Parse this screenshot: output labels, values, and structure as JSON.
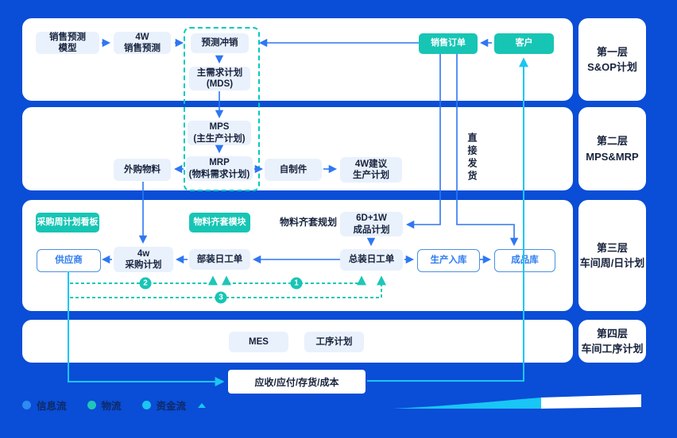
{
  "colors": {
    "background": "#0a4dd6",
    "panel_white": "#ffffff",
    "node_fill": "#e9f1fc",
    "node_text": "#17233d",
    "teal_accent": "#17c5b4",
    "blue_flow": "#2e77f2",
    "cyan_flow": "#1ac6f2",
    "outline_border": "#4a90e2",
    "outline_text": "#2f7df0",
    "legend_text": "#0d2a66"
  },
  "layers": {
    "l1": {
      "label": "第一层\nS&OP计划"
    },
    "l2": {
      "label": "第二层\nMPS&MRP"
    },
    "l3": {
      "label": "第三层\n车间周/日计划"
    },
    "l4": {
      "label": "第四层\n车间工序计划"
    }
  },
  "nodes": {
    "sales_forecast_model": {
      "label": "销售预测\n模型"
    },
    "sales_forecast_4w": {
      "label": "4W\n销售预测"
    },
    "forecast_offset": {
      "label": "预测冲销"
    },
    "master_demand_plan": {
      "label": "主需求计划\n(MDS)"
    },
    "sales_order": {
      "label": "销售订单"
    },
    "customer": {
      "label": "客户"
    },
    "mps": {
      "label": "MPS\n(主生产计划)"
    },
    "mrp": {
      "label": "MRP\n(物料需求计划)"
    },
    "outsourced_materials": {
      "label": "外购物料"
    },
    "self_made_parts": {
      "label": "自制件"
    },
    "suggested_production_plan_4w": {
      "label": "4W建议\n生产计划"
    },
    "purchasing_week_plan_board": {
      "label": "采购周计划看板"
    },
    "material_kitting_module": {
      "label": "物料齐套模块"
    },
    "material_kitting_planning": {
      "label": "物料齐套规划"
    },
    "finished_goods_plan_6d1w": {
      "label": "6D+1W\n成品计划"
    },
    "supplier": {
      "label": "供应商"
    },
    "purchase_plan_4w": {
      "label": "4w\n采购计划"
    },
    "sub_assembly_daily_work_order": {
      "label": "部装日工单"
    },
    "final_assembly_daily_work_order": {
      "label": "总装日工单"
    },
    "production_inbound": {
      "label": "生产入库"
    },
    "finished_goods_warehouse": {
      "label": "成品库"
    },
    "mes": {
      "label": "MES"
    },
    "process_plan": {
      "label": "工序计划"
    }
  },
  "annotations": {
    "direct_shipping": "直接发货",
    "finance_box": "应收/应付/存货/成本"
  },
  "sequence_badges": {
    "b1": "1",
    "b2": "2",
    "b3": "3"
  },
  "legend": {
    "info_flow": "信息流",
    "material_flow": "物流",
    "fund_flow": "资金流"
  }
}
